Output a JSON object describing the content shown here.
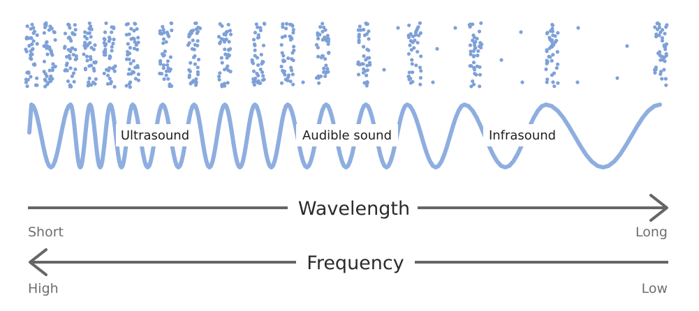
{
  "wave_labels": {
    "ultrasound": "Ultrasound",
    "audible": "Audible sound",
    "infrasound": "Infrasound"
  },
  "wavelength": {
    "label": "Wavelength",
    "start": "Short",
    "end": "Long"
  },
  "frequency": {
    "label": "Frequency",
    "start": "High",
    "end": "Low"
  },
  "colors": {
    "wave": "#8eaee0",
    "particle": "#7ea0d8",
    "arrow": "#666666"
  }
}
